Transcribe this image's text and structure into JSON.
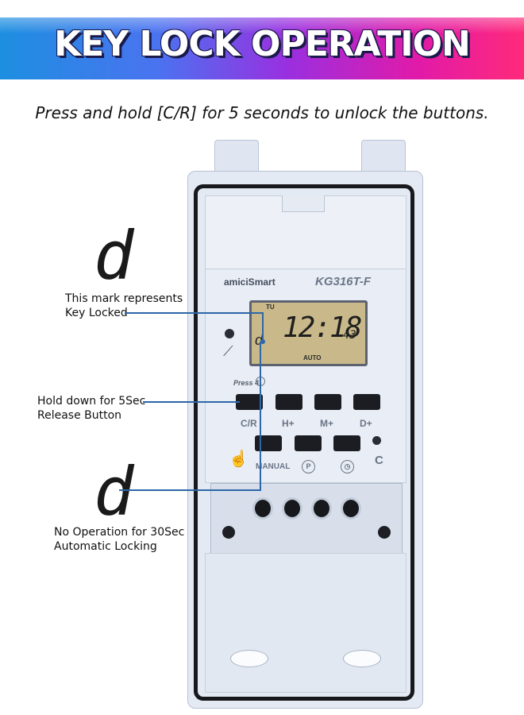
{
  "header": {
    "title": "KEY LOCK OPERATION"
  },
  "subtitle": "Press and hold [C/R] for 5 seconds to unlock the buttons.",
  "device": {
    "brand": "amiciSmart",
    "model": "KG316T-F",
    "lcd": {
      "day": "TU",
      "time": "12:18",
      "seconds": "43",
      "mode": "AUTO",
      "lock_symbol": "d"
    },
    "press_hint": "Press 4",
    "buttons_row1": [
      "C/R",
      "H+",
      "M+",
      "D+"
    ],
    "buttons_row2": [
      "MANUAL",
      "P",
      "◷"
    ],
    "clear_label": "C"
  },
  "annotations": {
    "key_locked": {
      "glyph": "d",
      "line1": "This mark represents",
      "line2": "Key Locked"
    },
    "hold_release": {
      "line1": "Hold down for 5Sec",
      "line2": "Release Button"
    },
    "auto_lock": {
      "glyph": "d",
      "line1": "No Operation for 30Sec",
      "line2": "Automatic Locking"
    }
  },
  "colors": {
    "accent_line": "#2c67a7",
    "banner_start": "#1d8fe0",
    "banner_end": "#ff2a7a"
  }
}
